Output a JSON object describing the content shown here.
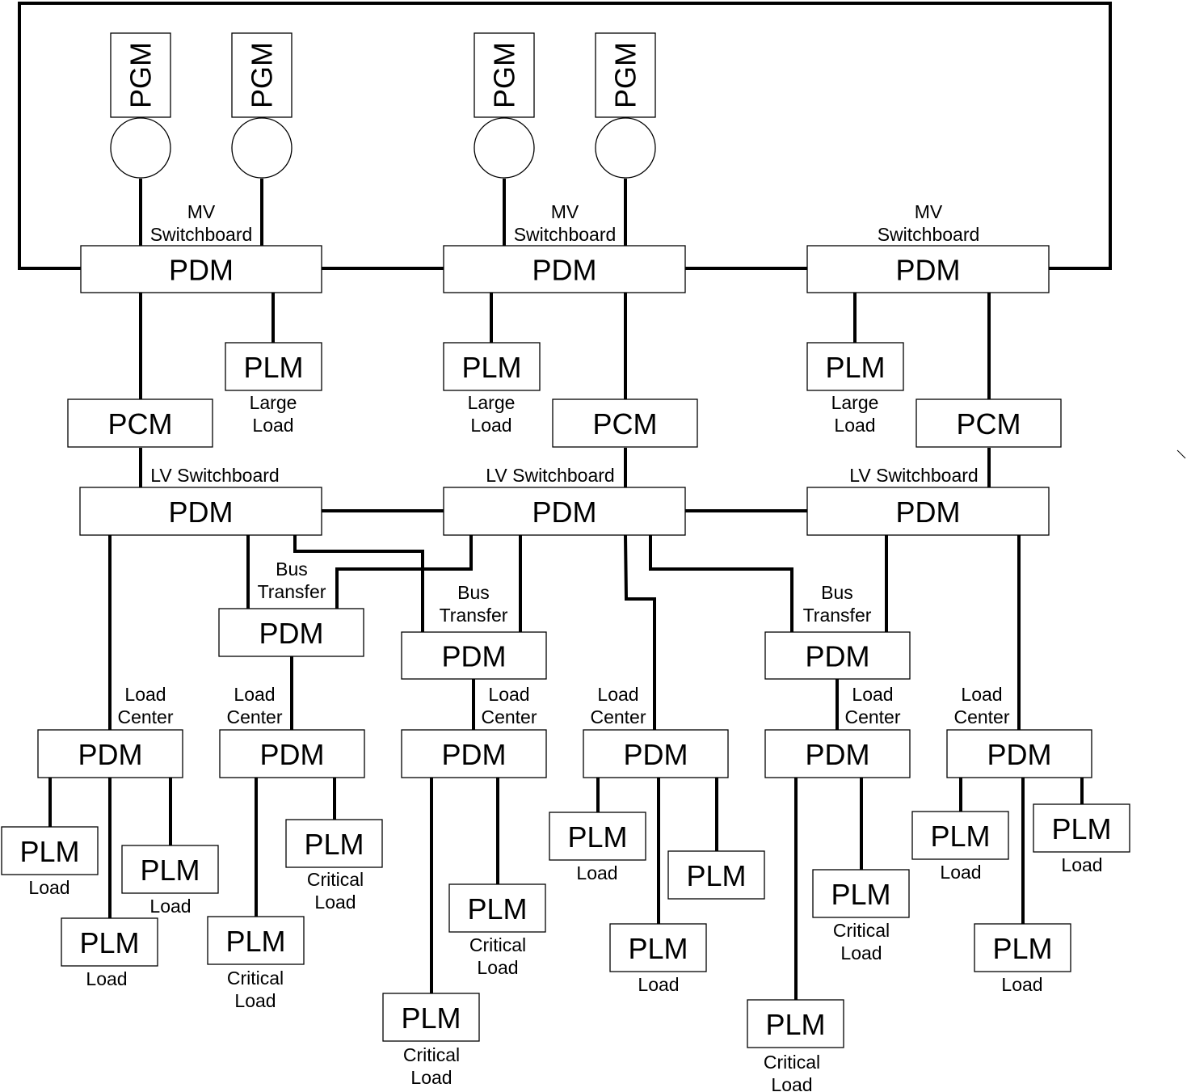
{
  "labels": {
    "pgm": "PGM",
    "pdm": "PDM",
    "pcm": "PCM",
    "plm": "PLM",
    "mv_1": "MV",
    "mv_2": "Switchboard",
    "lv": "LV Switchboard",
    "bus_1": "Bus",
    "bus_2": "Transfer",
    "lc_1": "Load",
    "lc_2": "Center",
    "large_1": "Large",
    "large_2": "Load",
    "load": "Load",
    "crit_1": "Critical",
    "crit_2": "Load"
  },
  "colors": {
    "line": "#000000",
    "background": "#ffffff"
  }
}
